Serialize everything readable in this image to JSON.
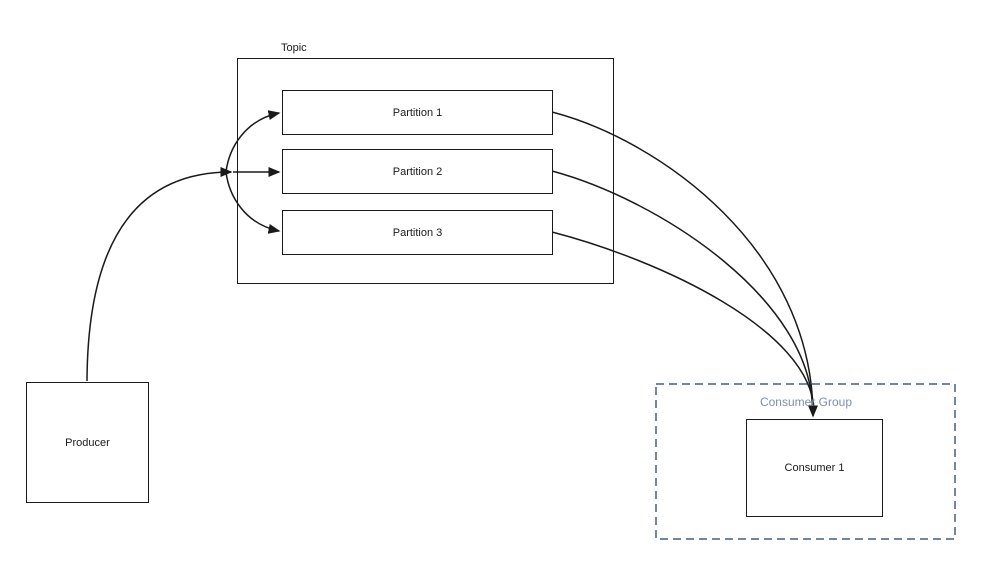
{
  "diagram": {
    "topic": {
      "label": "Topic",
      "partitions": [
        {
          "label": "Partition 1"
        },
        {
          "label": "Partition 2"
        },
        {
          "label": "Partition 3"
        }
      ]
    },
    "producer": {
      "label": "Producer"
    },
    "consumer_group": {
      "label": "Consumer Group",
      "consumers": [
        {
          "label": "Consumer 1"
        }
      ]
    },
    "connections": [
      {
        "from": "Producer",
        "to": "Partition 1"
      },
      {
        "from": "Producer",
        "to": "Partition 2"
      },
      {
        "from": "Producer",
        "to": "Partition 3"
      },
      {
        "from": "Partition 1",
        "to": "Consumer 1"
      },
      {
        "from": "Partition 2",
        "to": "Consumer 1"
      },
      {
        "from": "Partition 3",
        "to": "Consumer 1"
      }
    ],
    "colors": {
      "line": "#1a1a1a",
      "box_border": "#1a1a1a",
      "consumer_group_border": "#7585a0",
      "consumer_group_label": "#7d90ab",
      "background": "#ffffff"
    }
  }
}
